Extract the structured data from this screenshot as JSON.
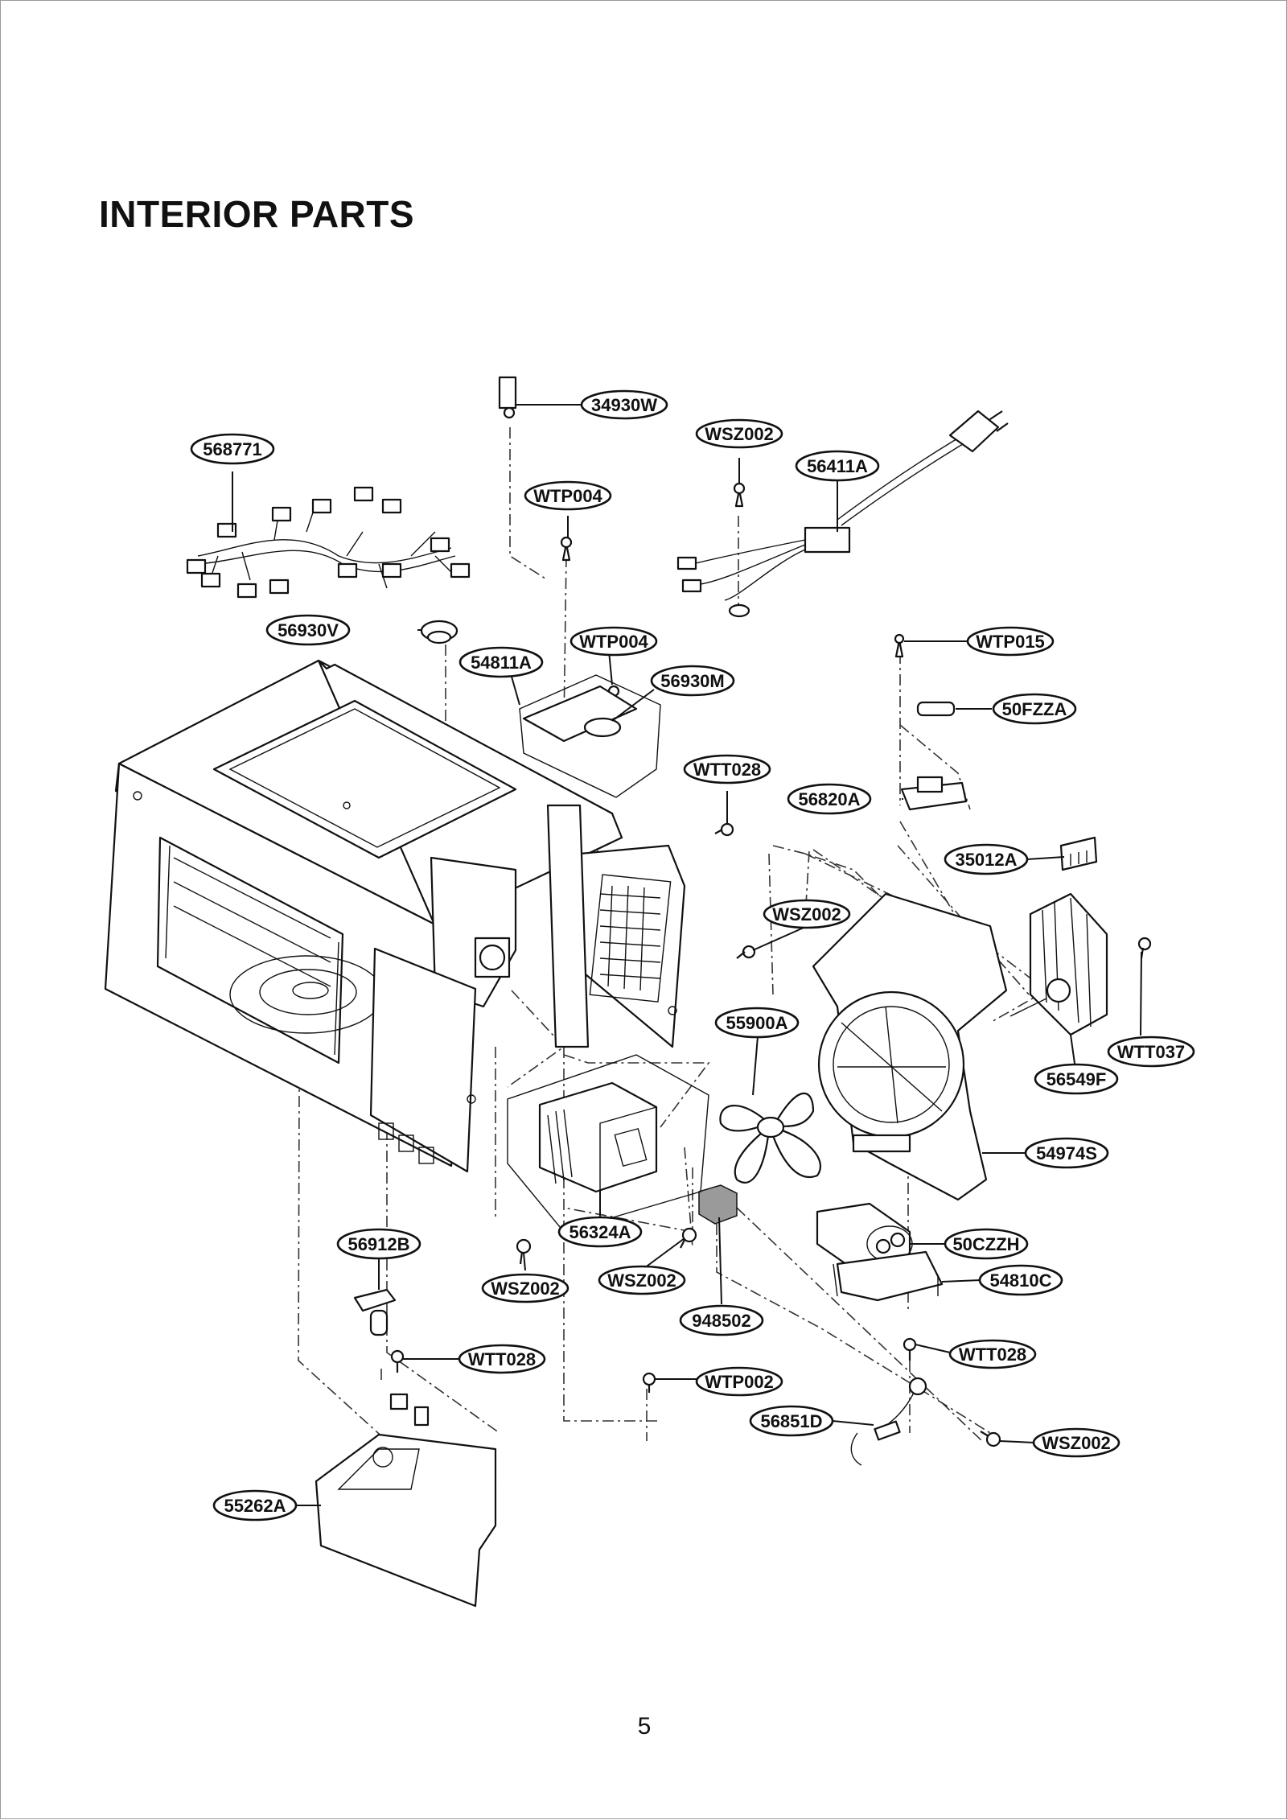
{
  "title": "INTERIOR PARTS",
  "page_number": "5",
  "labels": [
    "34930W",
    "568771",
    "WSZ002",
    "56411A",
    "WTP004",
    "56930V",
    "WTP004",
    "54811A",
    "56930M",
    "WTP015",
    "50FZZA",
    "WTT028",
    "56820A",
    "35012A",
    "WSZ002",
    "55900A",
    "WTT037",
    "56549F",
    "54974S",
    "56324A",
    "56912B",
    "50CZZH",
    "WSZ002",
    "WSZ002",
    "54810C",
    "948502",
    "WTT028",
    "WTT028",
    "WTP002",
    "56851D",
    "WSZ002",
    "55262A"
  ]
}
